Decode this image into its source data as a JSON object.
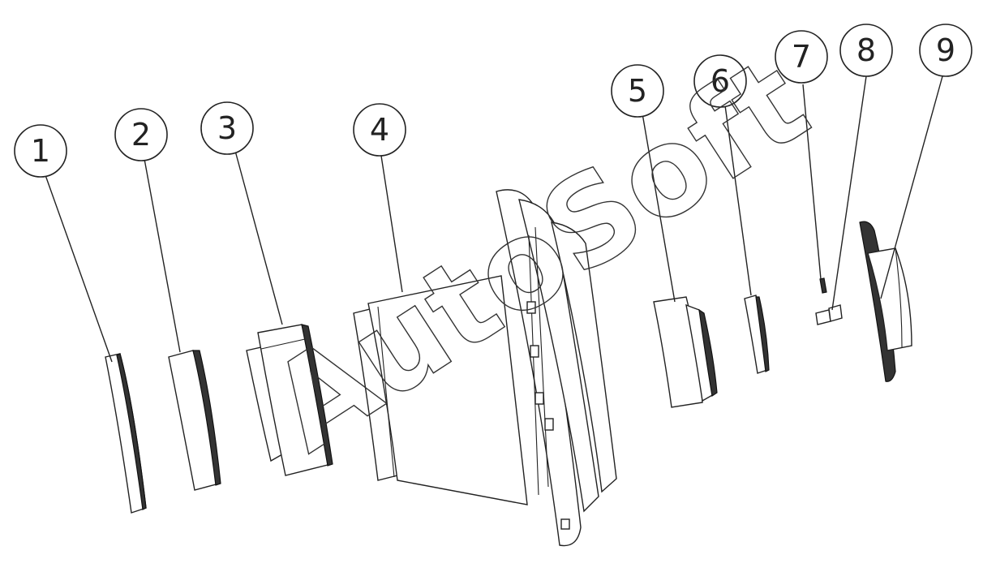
{
  "diagram": {
    "part_labels": [
      "1",
      "2",
      "3",
      "4",
      "5",
      "6",
      "7",
      "8",
      "9"
    ],
    "watermark": "AutoSoft",
    "colors": {
      "line": "#222222",
      "background": "#ffffff"
    }
  }
}
